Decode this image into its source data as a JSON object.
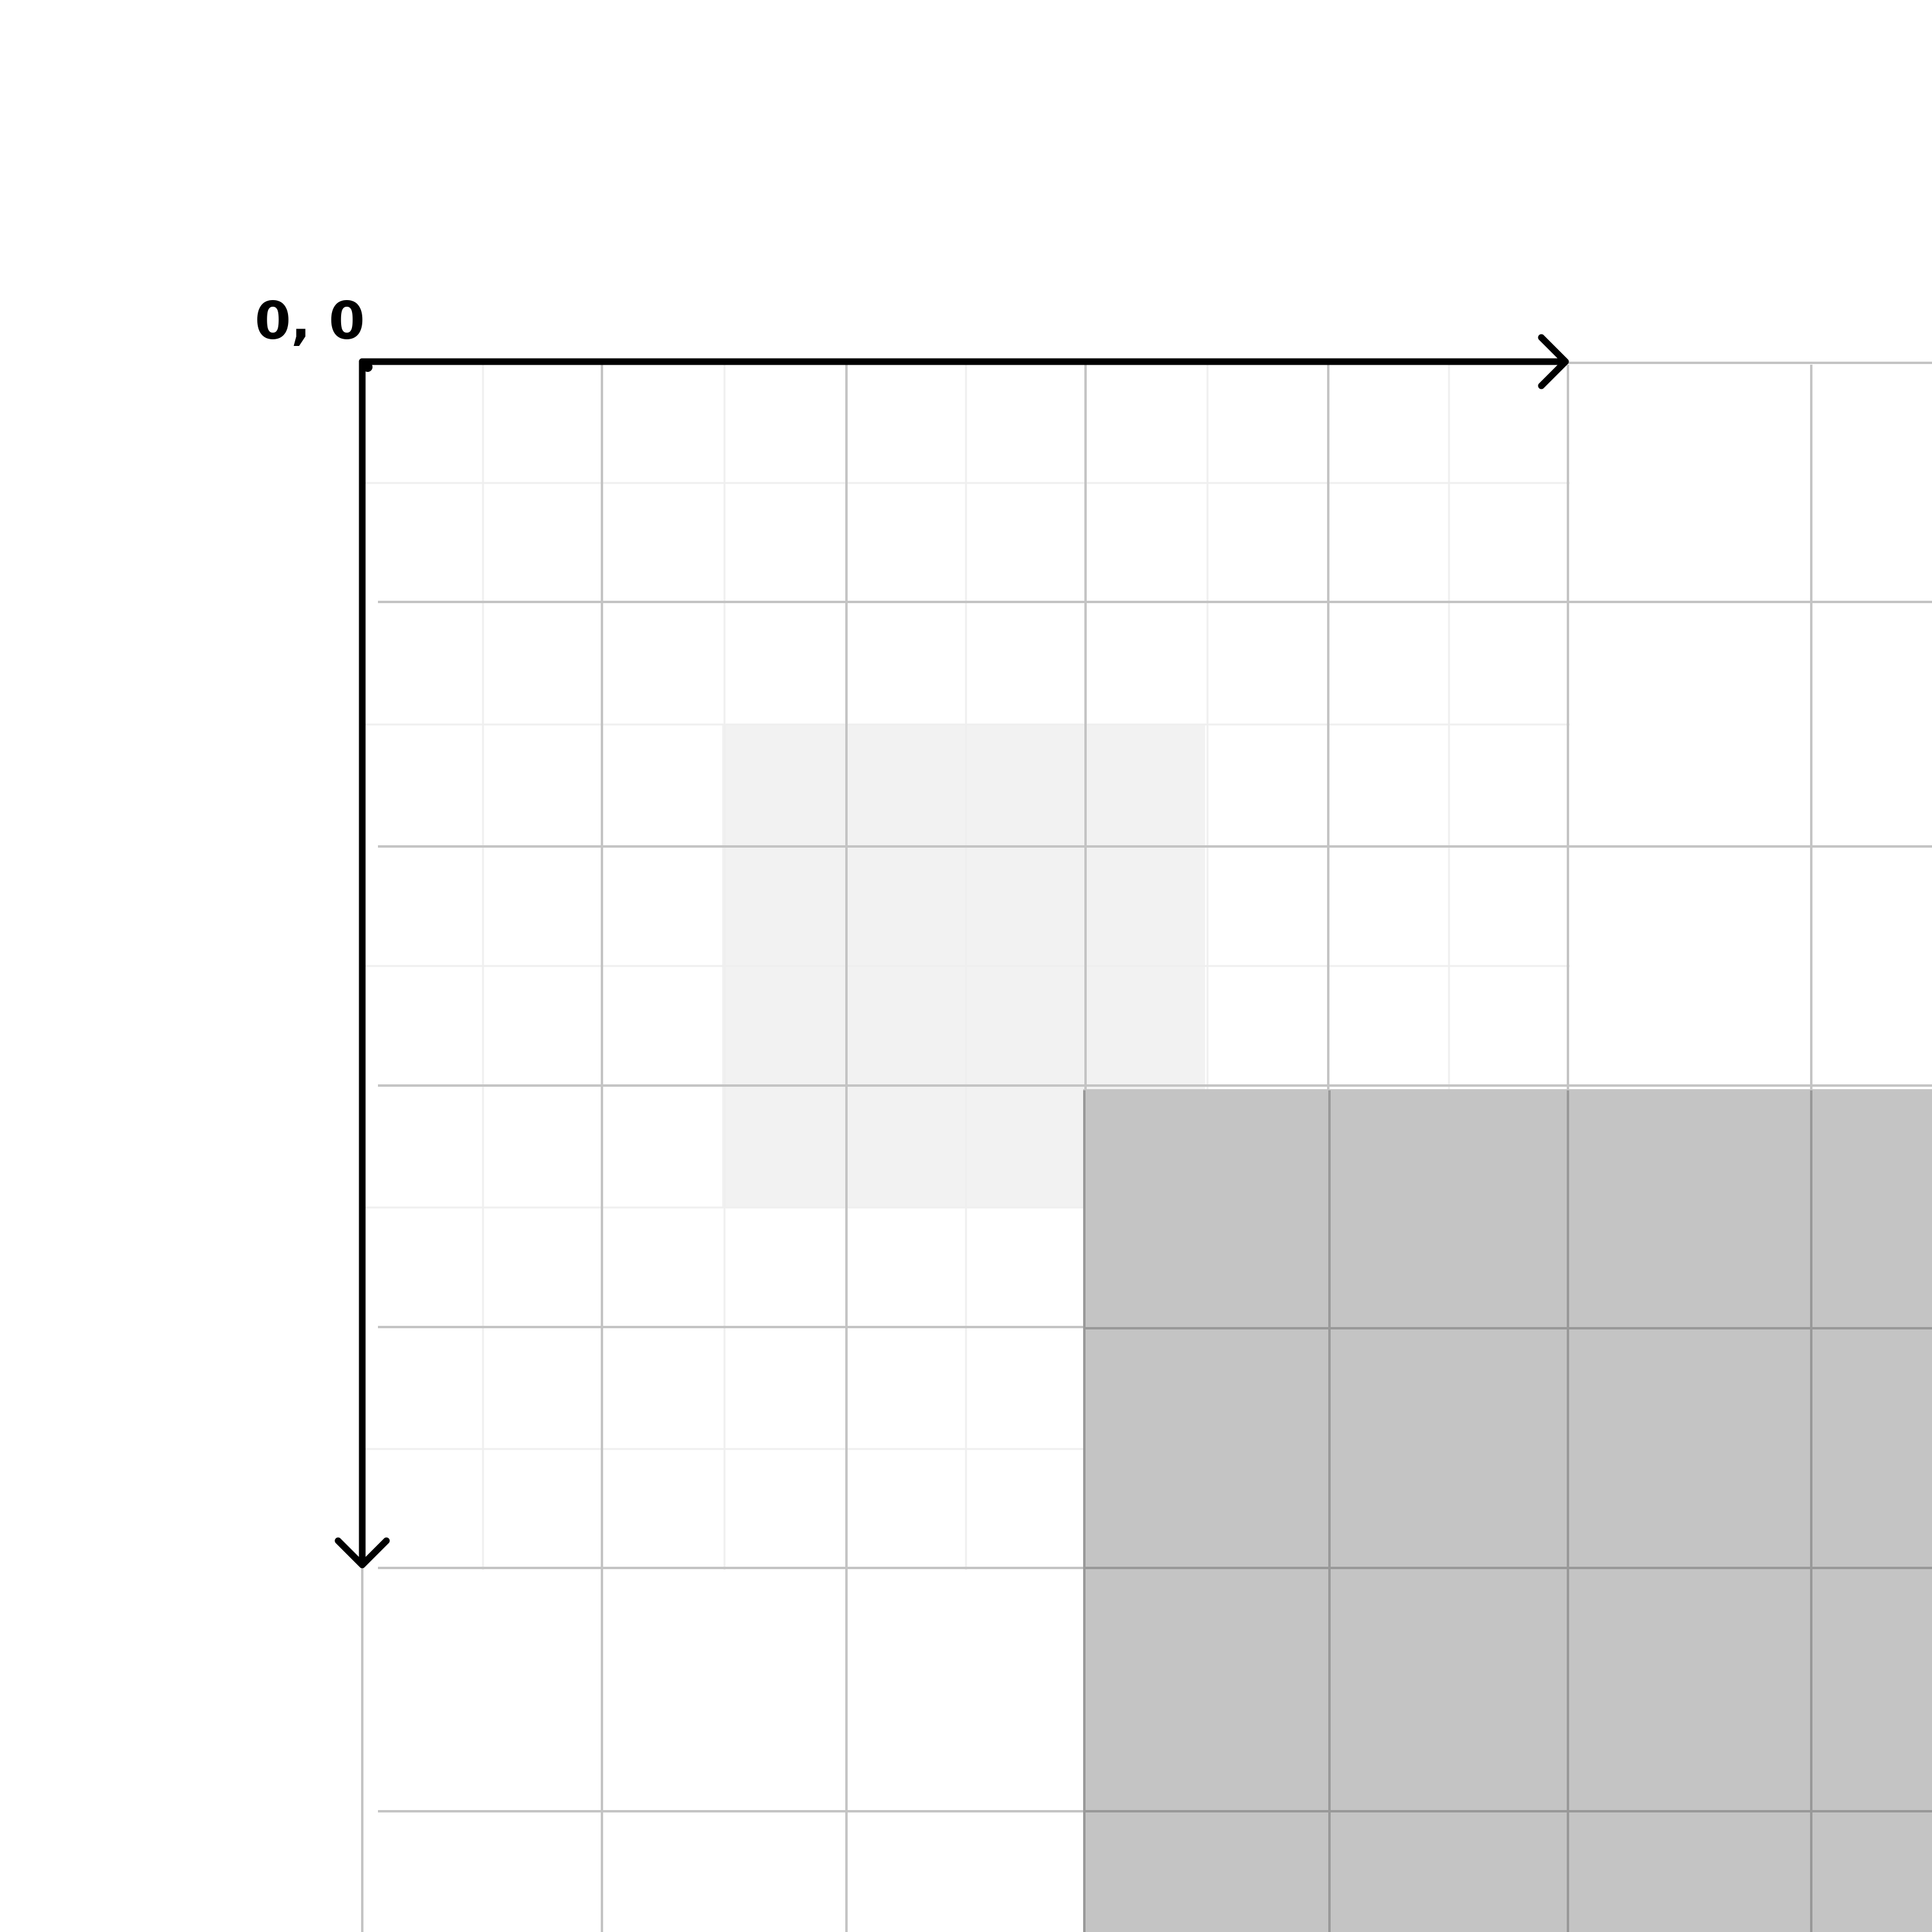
{
  "origin_label": "0, 0",
  "colors": {
    "background": "#ffffff",
    "fine_grid": "#efefef",
    "major_grid": "#c4c4c4",
    "light_block": "#f2f2f2",
    "dark_block": "#c4c4c4",
    "dark_block_grid": "#999999",
    "axis": "#000000",
    "label": "#000000"
  },
  "icons": {
    "x_axis_arrow": "right-arrow",
    "y_axis_arrow": "down-arrow"
  }
}
